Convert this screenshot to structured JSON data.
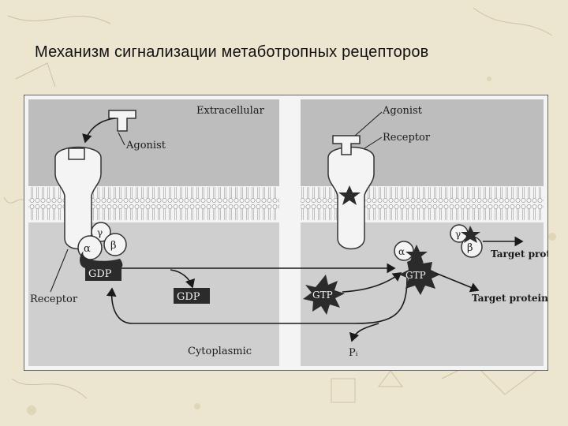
{
  "slide": {
    "title": "Механизм сигнализации метаботропных рецепторов"
  },
  "diagram": {
    "labels": {
      "extracellular": "Extracellular",
      "agonist_left": "Agonist",
      "agonist_right": "Agonist",
      "receptor_left": "Receptor",
      "receptor_right": "Receptor",
      "cytoplasmic": "Cytoplasmic",
      "gamma": "γ",
      "beta": "β",
      "alpha": "α",
      "gdp_bound": "GDP",
      "gdp_free": "GDP",
      "gtp_free": "GTP",
      "gtp_bound": "GTP",
      "target_proteins_top": "Target proteins",
      "target_proteins_bottom": "Target proteins",
      "pi": "Pᵢ"
    }
  },
  "colors": {
    "slide_bg": "#ece5cf",
    "extracellular": "#bdbdbd",
    "membrane": "#d9d9d9",
    "cytoplasm": "#cfcfcf",
    "dark_shape": "#2b2b2b",
    "receptor_fill": "#f4f4f4"
  }
}
